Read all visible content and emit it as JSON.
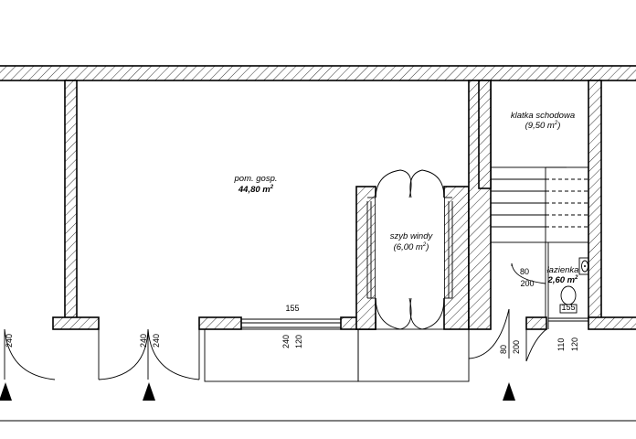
{
  "rooms": {
    "storage": {
      "name": "pom. gosp.",
      "area": "44,80 m",
      "sup": "2"
    },
    "stairs": {
      "name": "klatka schodowa",
      "area_prefix": "(9,50 m",
      "sup": "2",
      "area_suffix": ")"
    },
    "elevator": {
      "name": "szyb windy",
      "area_prefix": "(6,00 m",
      "sup": "2",
      "area_suffix": ")"
    },
    "bathroom": {
      "name": "łazienka",
      "area": "2,60 m",
      "sup": "2"
    }
  },
  "dimensions": {
    "d_240_a": "240",
    "d_240_b": "240",
    "d_240_c": "240",
    "d_155_window": "155",
    "d_240_window": "240",
    "d_120_window": "120",
    "d_80_door": "80",
    "d_200_door": "200",
    "d_110_bath": "110",
    "d_120_bath": "120",
    "d_80_bath": "80",
    "d_200_bath": "200",
    "d_155_bath": "155"
  },
  "colors": {
    "line": "#000000",
    "background": "#ffffff"
  },
  "icons": [
    "entrance-arrow-icon",
    "toilet-icon",
    "sink-icon"
  ]
}
